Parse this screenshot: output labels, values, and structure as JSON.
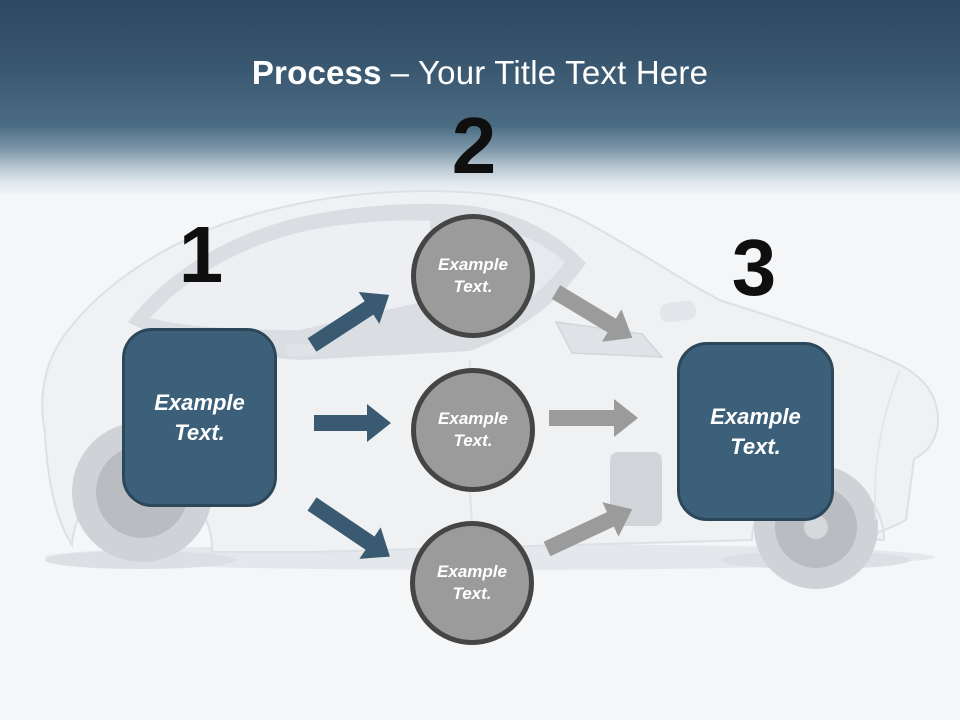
{
  "slide": {
    "title": {
      "bold": "Process",
      "rest": "– Your Title Text Here"
    },
    "watermark": "faded white car photo background"
  },
  "steps": [
    {
      "number": "1",
      "shape": "rounded-rect",
      "label": "Example Text."
    },
    {
      "number": "2",
      "shape": "circles",
      "items": [
        "Example Text.",
        "Example Text.",
        "Example Text."
      ]
    },
    {
      "number": "3",
      "shape": "rounded-rect",
      "label": "Example Text."
    }
  ],
  "colors": {
    "band_top": "#2d4961",
    "band_mid": "#4a6c83",
    "page_bg": "#f4f6f8",
    "accent_blue": "#3d607a",
    "accent_blue_border": "#2b4759",
    "arrow_blue": "#3a5a72",
    "gray_fill": "#9b9b9b",
    "gray_border": "#454545",
    "number_color": "#0f0f0f",
    "title_color": "#ffffff"
  }
}
